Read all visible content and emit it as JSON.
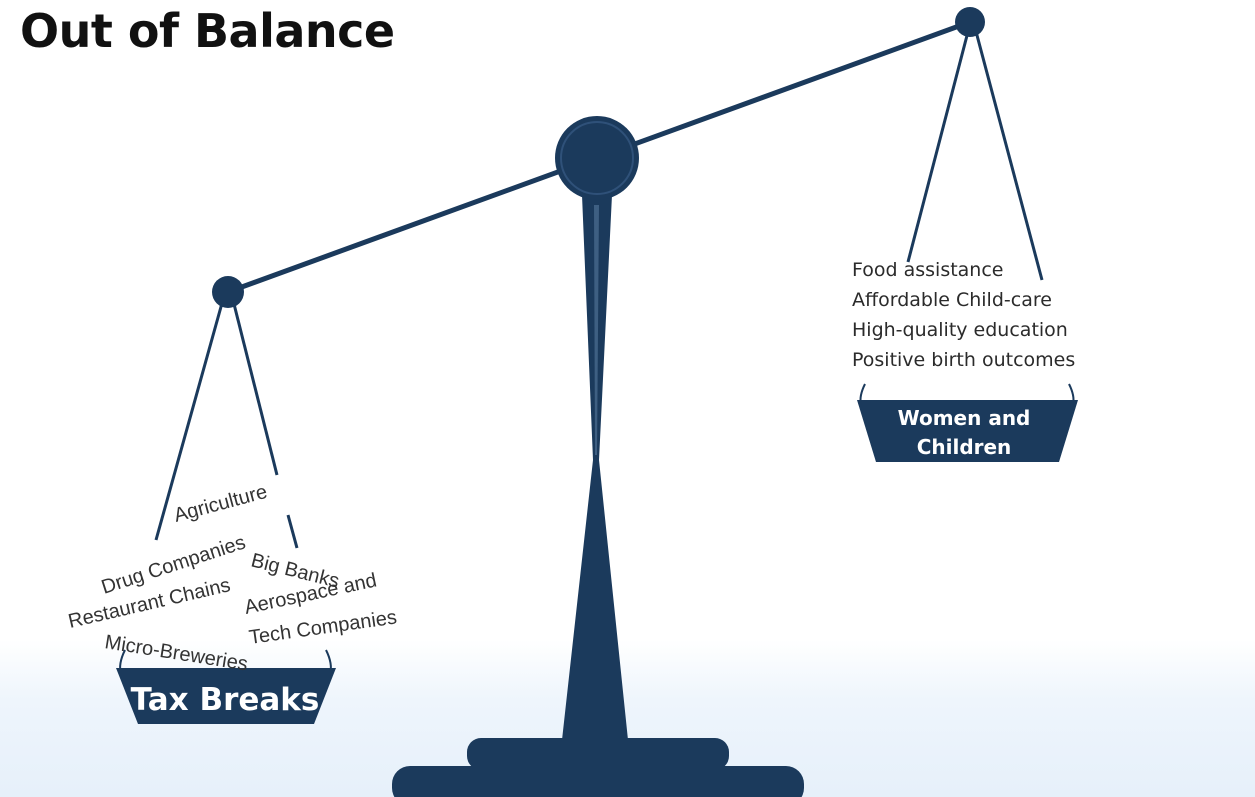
{
  "title": "Out of Balance",
  "left_pan": {
    "label": "Tax Breaks",
    "items": [
      "Agriculture",
      "Drug Companies",
      "Big Banks",
      "Restaurant Chains",
      "Aerospace and",
      "Tech Companies",
      "Micro-Breweries"
    ]
  },
  "right_pan": {
    "label_line1": "Women and",
    "label_line2": "Children",
    "items": [
      "Food assistance",
      "Affordable Child-care",
      "High-quality education",
      "Positive birth outcomes"
    ]
  },
  "colors": {
    "scale": "#1b3a5c",
    "title": "#111111",
    "text": "#333333"
  }
}
